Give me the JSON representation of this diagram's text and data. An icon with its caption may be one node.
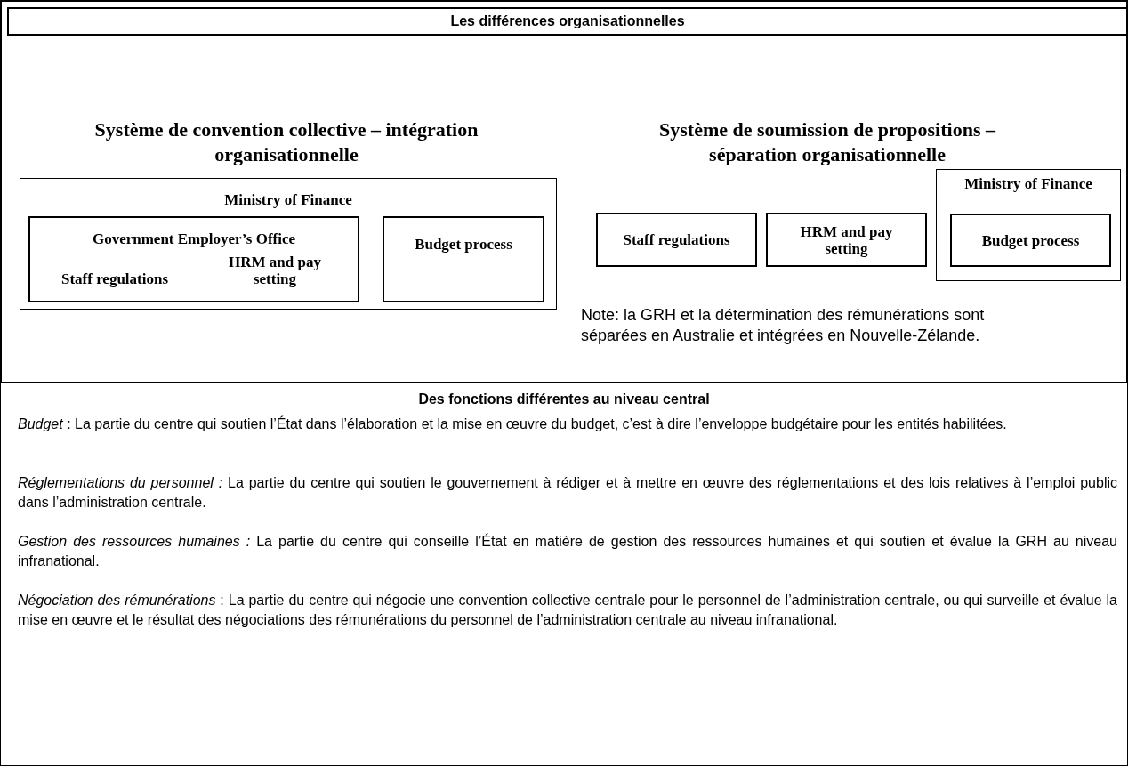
{
  "diagram": {
    "title": "Les différences organisationnelles",
    "nodes": [
      {
        "text": [
          "Ministry of Finance"
        ]
      },
      {
        "text": [
          "Government Employer’s Office"
        ],
        "in": 0
      },
      {
        "text": [
          "Staff regulations"
        ],
        "in": 1
      },
      {
        "text": [
          "HRM and pay setting"
        ],
        "in": 1
      },
      {
        "text": [
          "Budget process"
        ],
        "in": 0
      },
      {
        "text": [
          "Staff regulations"
        ]
      },
      {
        "text": [
          "HRM and pay setting"
        ]
      },
      {
        "text": [
          "Ministry of Finance"
        ]
      },
      {
        "text": [
          "Budget process"
        ],
        "in": 7
      }
    ],
    "edges": [],
    "labels": [
      "Système de convention collective – intégration organisationnelle",
      "Système de soumission de propositions – séparation organisationnelle",
      "Note: la GRH et la détermination des rémunérations sont séparées en Australie et intégrées en Nouvelle-Zélande.",
      "Des fonctions différentes au niveau central",
      "*Budget* : La partie du centre qui soutien l’État dans l’élaboration et la mise en œuvre du budget, c’est à dire l’enveloppe budgétaire pour les entités habilitées.",
      "*Réglementations du personnel :* La partie du centre qui soutien le gouvernement à rédiger et à mettre en œuvre des réglementations et des lois relatives à l’emploi public dans l’administration centrale.",
      "*Gestion des ressources humaines :* La partie du centre qui conseille l’État en matière de gestion des ressources humaines et qui soutien et évalue la GRH au niveau infranational.",
      "*Négociation des rémunérations* : La partie du centre qui négocie une convention collective centrale pour le personnel de l’administration centrale, ou qui surveille et évalue la mise en œuvre et le résultat des négociations des rémunérations du personnel de l’administration centrale au niveau infranational."
    ]
  }
}
